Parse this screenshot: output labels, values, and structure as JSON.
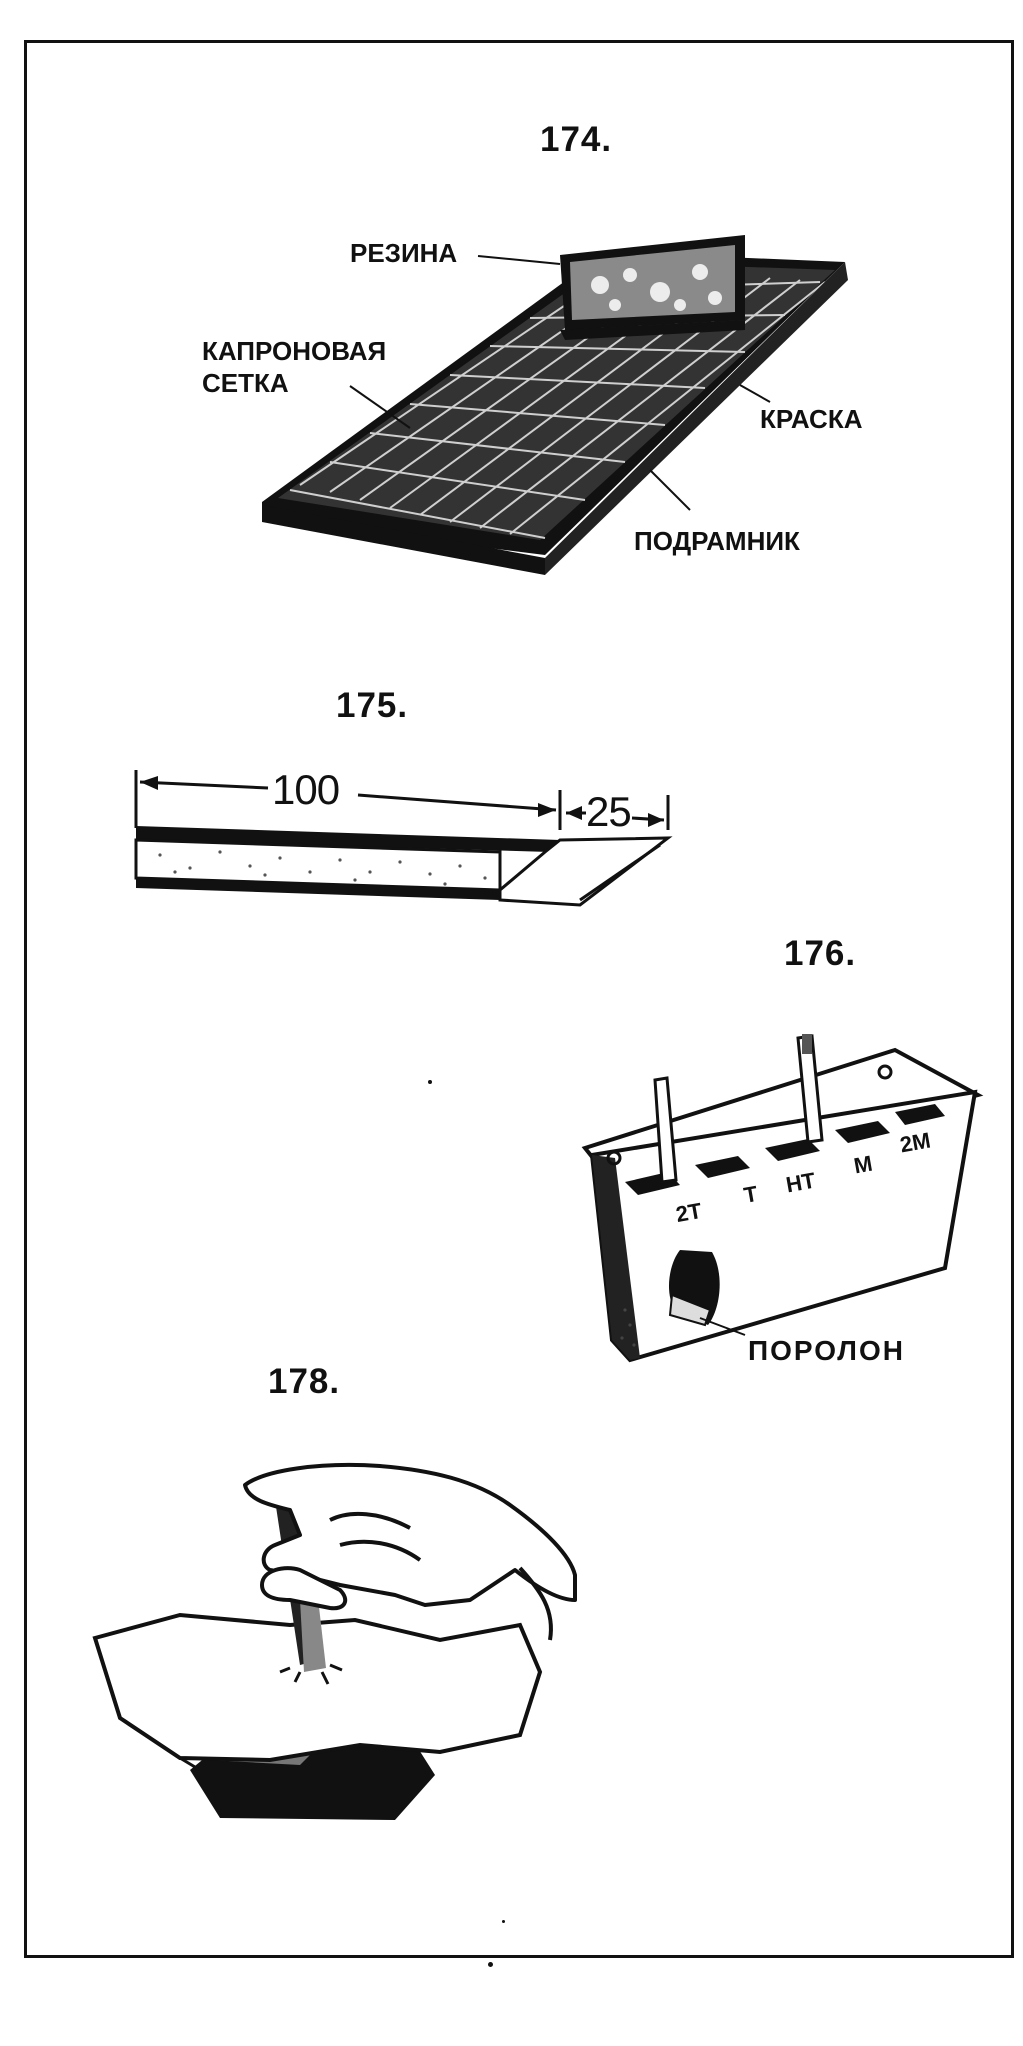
{
  "figures": {
    "fig174": {
      "number": "174.",
      "labels": {
        "rubber": "РЕЗИНА",
        "mesh_line1": "КАПРОНОВАЯ",
        "mesh_line2": "СЕТКА",
        "paint": "КРАСКА",
        "frame": "ПОДРАМНИК"
      }
    },
    "fig175": {
      "number": "175.",
      "dimension_long": "100",
      "dimension_short": "25"
    },
    "fig176": {
      "number": "176.",
      "label_foam": "ПОРОЛОН",
      "slot_marks": [
        "2Т",
        "Т",
        "НТ",
        "М",
        "2М"
      ]
    },
    "fig178": {
      "number": "178."
    }
  }
}
